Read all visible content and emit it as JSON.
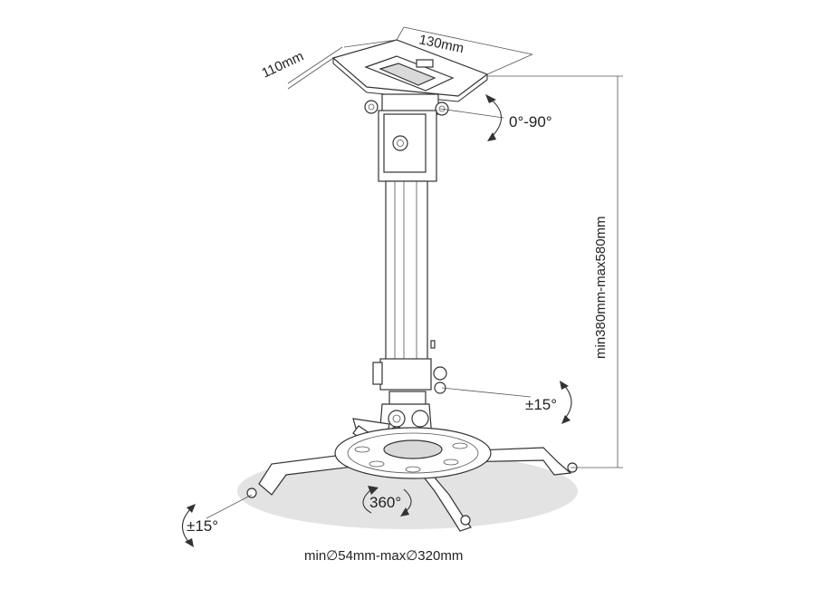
{
  "dimensions": {
    "plate_width": "130mm",
    "plate_depth": "110mm",
    "height_range": "min380mm-max580mm",
    "diameter_range": "min∅54mm-max∅320mm"
  },
  "rotations": {
    "tilt_top": "0°-90°",
    "tilt_mid": "±15°",
    "tilt_base": "±15°",
    "swivel": "360°"
  },
  "colors": {
    "line": "#333333",
    "shadow": "#d9d9d9",
    "background": "#ffffff"
  }
}
